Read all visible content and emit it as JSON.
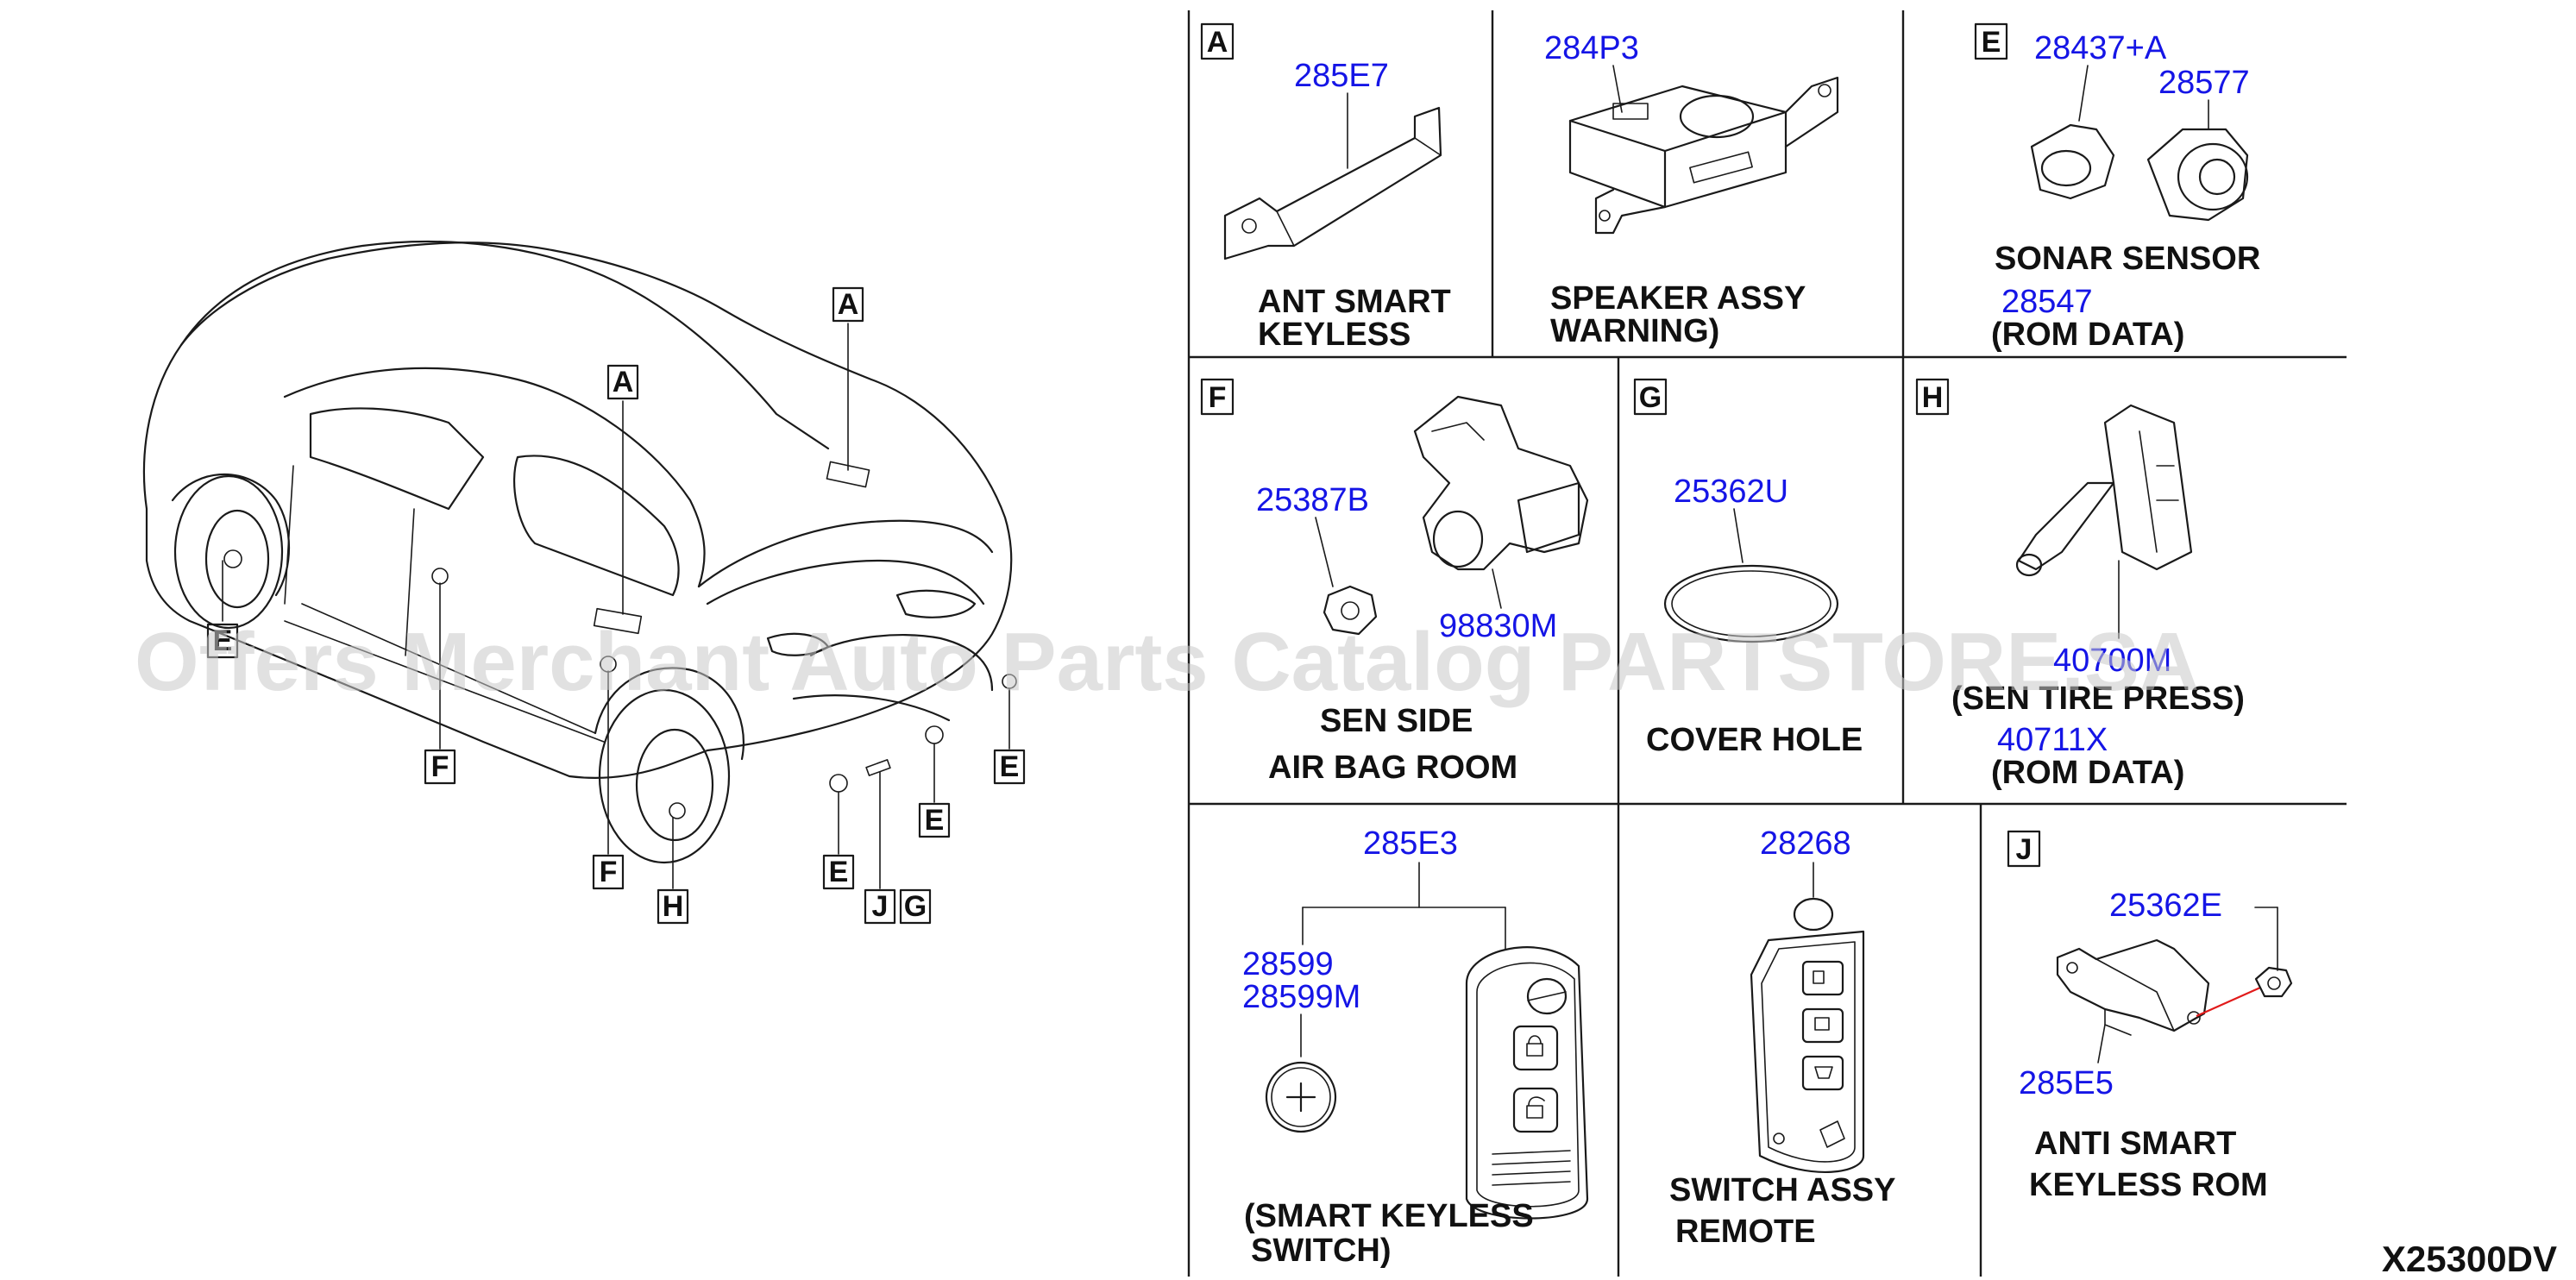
{
  "diagram_code": "X25300DV",
  "watermark": "Offers Merchant Auto Parts Catalog PARTSTORE.SA",
  "vehicle_callouts": [
    "A",
    "A",
    "E",
    "F",
    "F",
    "H",
    "E",
    "J",
    "G",
    "E",
    "E"
  ],
  "panels": {
    "A": {
      "letter": "A",
      "part_no": "285E7",
      "label_lines": [
        "ANT SMART",
        "KEYLESS"
      ]
    },
    "speaker": {
      "part_no": "284P3",
      "label_lines": [
        "SPEAKER ASSY",
        "WARNING)"
      ]
    },
    "E": {
      "letter": "E",
      "part_no_1": "28437+A",
      "part_no_2": "28577",
      "label": "SONAR SENSOR",
      "rom_no": "28547",
      "rom_label": "(ROM DATA)"
    },
    "F": {
      "letter": "F",
      "part_no_1": "25387B",
      "part_no_2": "98830M",
      "label_lines": [
        "SEN SIDE",
        "AIR BAG ROOM"
      ]
    },
    "G": {
      "letter": "G",
      "part_no": "25362U",
      "label": "COVER HOLE"
    },
    "H": {
      "letter": "H",
      "part_no": "40700M",
      "label": "(SEN TIRE PRESS)",
      "rom_no": "40711X",
      "rom_label": "(ROM DATA)"
    },
    "switch": {
      "part_no": "285E3",
      "battery_no_1": "28599",
      "battery_no_2": "28599M",
      "label_lines": [
        "(SMART KEYLESS",
        "SWITCH)"
      ]
    },
    "remote": {
      "part_no": "28268",
      "label_lines": [
        "SWITCH ASSY",
        "REMOTE"
      ]
    },
    "J": {
      "letter": "J",
      "part_no_1": "25362E",
      "part_no_2": "285E5",
      "label_lines": [
        "ANTI SMART",
        "KEYLESS ROM"
      ]
    }
  }
}
